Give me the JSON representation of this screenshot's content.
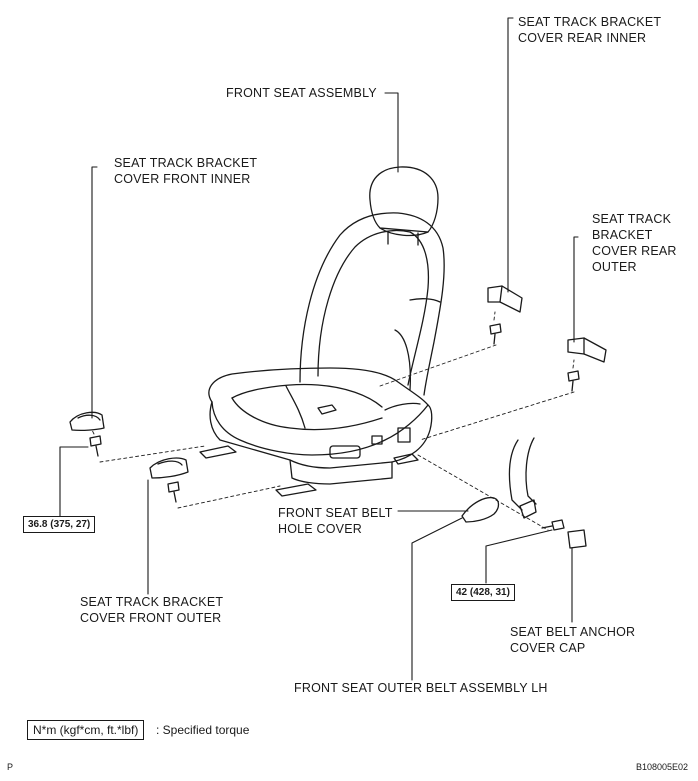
{
  "labels": {
    "front_seat_assembly": "FRONT SEAT ASSEMBLY",
    "cover_rear_inner_1": "SEAT TRACK BRACKET",
    "cover_rear_inner_2": "COVER REAR INNER",
    "cover_front_inner_1": "SEAT TRACK BRACKET",
    "cover_front_inner_2": "COVER FRONT INNER",
    "cover_rear_outer_1": "SEAT TRACK",
    "cover_rear_outer_2": "BRACKET",
    "cover_rear_outer_3": "COVER REAR",
    "cover_rear_outer_4": "OUTER",
    "belt_hole_cover_1": "FRONT SEAT BELT",
    "belt_hole_cover_2": "HOLE COVER",
    "cover_front_outer_1": "SEAT TRACK BRACKET",
    "cover_front_outer_2": "COVER FRONT OUTER",
    "anchor_cap_1": "SEAT BELT ANCHOR",
    "anchor_cap_2": "COVER CAP",
    "outer_belt": "FRONT SEAT OUTER BELT ASSEMBLY LH"
  },
  "torques": {
    "seat_bolt": "36.8 (375, 27)",
    "anchor_bolt": "42 (428, 31)"
  },
  "legend": {
    "unit": "N*m (kgf*cm, ft.*lbf)",
    "text": ": Specified torque"
  },
  "corner": {
    "left": "P",
    "right": "B108005E02"
  }
}
